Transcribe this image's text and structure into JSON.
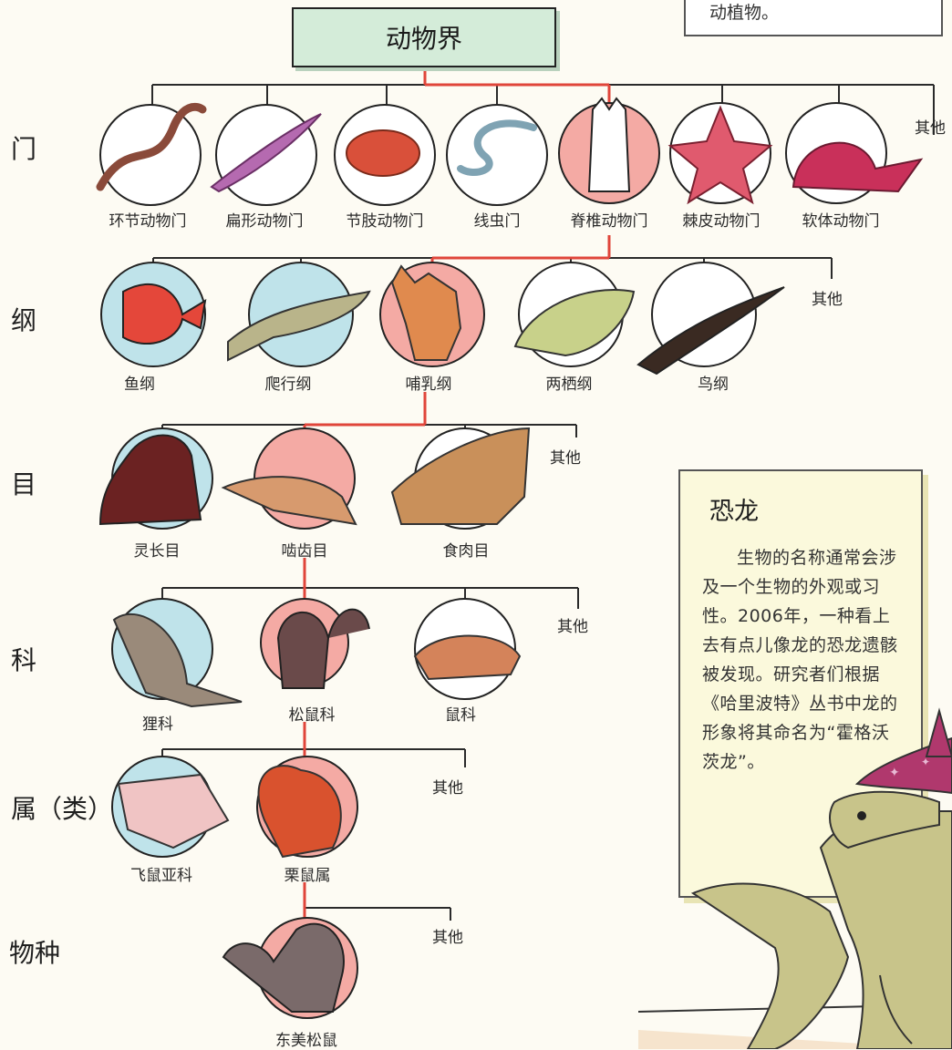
{
  "root": {
    "label": "动物界"
  },
  "top_note": {
    "text": "动植物。"
  },
  "ranks": {
    "phylum": "门",
    "class": "纲",
    "order": "目",
    "family": "科",
    "genus": "属（类）",
    "species": "物种"
  },
  "other_label": "其他",
  "phyla": [
    "环节动物门",
    "扁形动物门",
    "节肢动物门",
    "线虫门",
    "脊椎动物门",
    "棘皮动物门",
    "软体动物门"
  ],
  "classes": [
    "鱼纲",
    "爬行纲",
    "哺乳纲",
    "两栖纲",
    "鸟纲"
  ],
  "orders": [
    "灵长目",
    "啮齿目",
    "食肉目"
  ],
  "families": [
    "狸科",
    "松鼠科",
    "鼠科"
  ],
  "genera": [
    "飞鼠亚科",
    "栗鼠属"
  ],
  "species": [
    "东美松鼠"
  ],
  "highlight_path": [
    "脊椎动物门",
    "哺乳纲",
    "啮齿目",
    "松鼠科",
    "栗鼠属",
    "东美松鼠"
  ],
  "sidebar": {
    "title": "恐龙",
    "body": "生物的名称通常会涉及一个生物的外观或习性。2006年，一种看上去有点儿像龙的恐龙遗骸被发现。研究者们根据《哈里波特》丛书中龙的形象将其命名为“霍格沃茨龙”。"
  },
  "colors": {
    "highlight": "#e0453a",
    "line": "#2a2a2a",
    "circle_blue": "#bfe3ea",
    "circle_pink": "#f4aaa4",
    "circle_white": "#ffffff",
    "root_fill": "#d4ecd9",
    "sidebar_fill": "#fbf9dc"
  }
}
